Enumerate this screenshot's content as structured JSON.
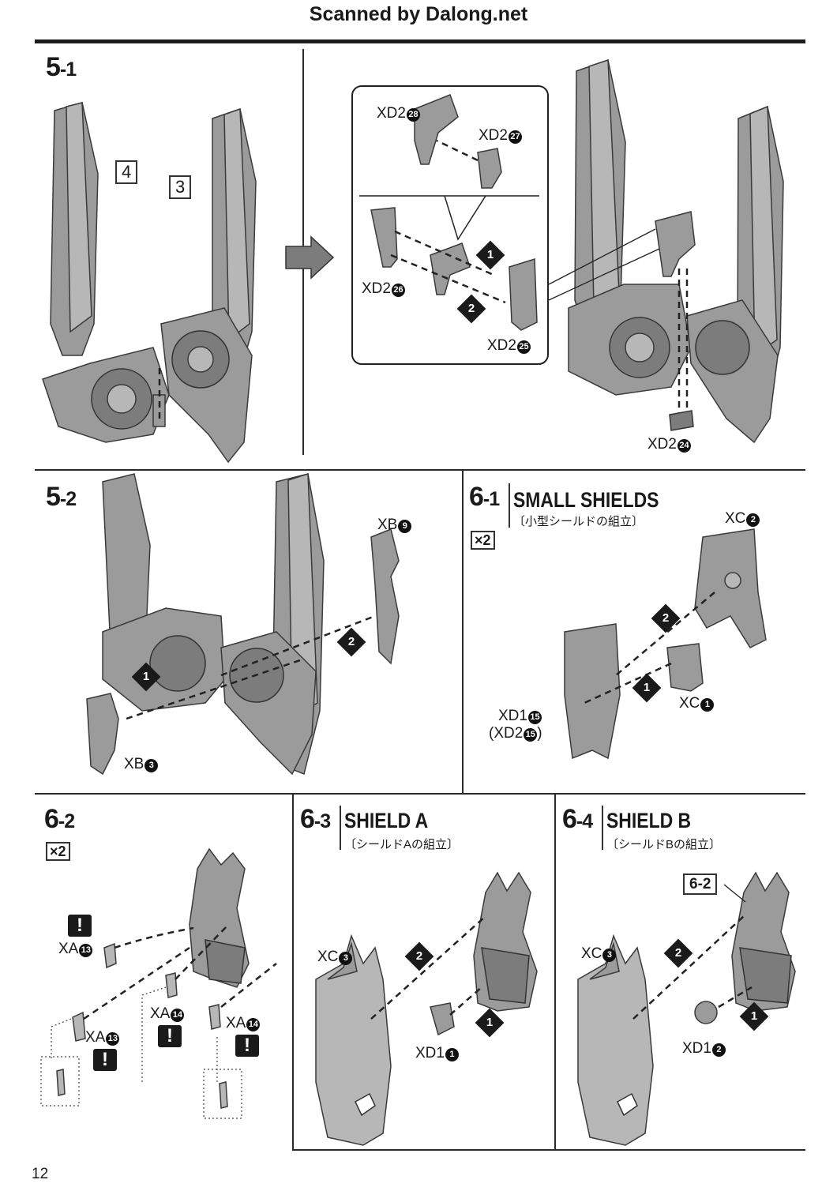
{
  "header": {
    "text": "Scanned by Dalong.net"
  },
  "page_number": "12",
  "steps": {
    "s5_1": {
      "num": "5",
      "sub": "-1",
      "box_left": "4",
      "box_right": "3",
      "parts": {
        "p28": "XD2",
        "p28n": "28",
        "p27": "XD2",
        "p27n": "27",
        "p26": "XD2",
        "p26n": "26",
        "p25": "XD2",
        "p25n": "25",
        "p24": "XD2",
        "p24n": "24"
      },
      "orders": [
        "1",
        "2"
      ]
    },
    "s5_2": {
      "num": "5",
      "sub": "-2",
      "parts": {
        "xb9": "XB",
        "xb9n": "9",
        "xb3": "XB",
        "xb3n": "3"
      },
      "orders": [
        "1",
        "2"
      ]
    },
    "s6_1": {
      "num": "6",
      "sub": "-1",
      "title": "SMALL SHIELDS",
      "jp": "〔小型シールドの組立〕",
      "mult": "×2",
      "parts": {
        "xc2": "XC",
        "xc2n": "2",
        "xc1": "XC",
        "xc1n": "1",
        "xd1": "XD1",
        "xd1n": "15",
        "xd2": "(XD2",
        "xd2n": "15",
        "xd2close": ")"
      },
      "orders": [
        "1",
        "2"
      ]
    },
    "s6_2": {
      "num": "6",
      "sub": "-2",
      "mult": "×2",
      "parts": {
        "xa13": "XA",
        "xa13n": "13",
        "xa14": "XA",
        "xa14n": "14"
      },
      "warn": "!"
    },
    "s6_3": {
      "num": "6",
      "sub": "-3",
      "title": "SHIELD A",
      "jp": "〔シールドAの組立〕",
      "parts": {
        "xc3": "XC",
        "xc3n": "3",
        "xd1": "XD1",
        "xd1n": "1"
      },
      "orders": [
        "1",
        "2"
      ]
    },
    "s6_4": {
      "num": "6",
      "sub": "-4",
      "title": "SHIELD B",
      "jp": "〔シールドBの組立〕",
      "ref": "6-2",
      "parts": {
        "xc3": "XC",
        "xc3n": "3",
        "xd1": "XD1",
        "xd1n": "2"
      },
      "orders": [
        "1",
        "2"
      ]
    }
  }
}
